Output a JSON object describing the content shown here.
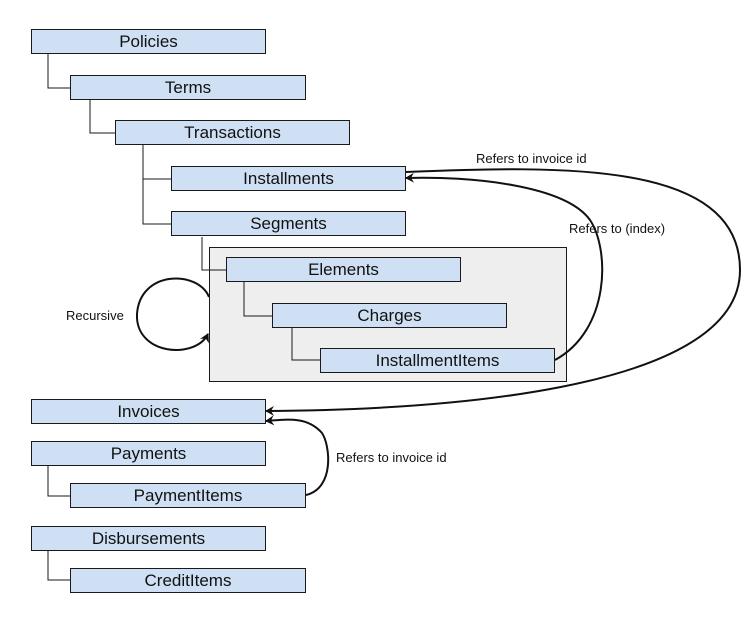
{
  "nodes": {
    "policies": "Policies",
    "terms": "Terms",
    "transactions": "Transactions",
    "installments": "Installments",
    "segments": "Segments",
    "elements": "Elements",
    "charges": "Charges",
    "installment_items": "InstallmentItems",
    "invoices": "Invoices",
    "payments": "Payments",
    "payment_items": "PaymentItems",
    "disbursements": "Disbursements",
    "credit_items": "CreditItems"
  },
  "edge_labels": {
    "installments_to_invoice": "Refers to invoice id",
    "installment_items_to_installments": "Refers to (index)",
    "recursive": "Recursive",
    "payment_items_to_invoices": "Refers to invoice id"
  },
  "colors": {
    "node_fill": "#cfe0f4",
    "group_fill": "#eeeeee",
    "stroke": "#1a1a1a"
  }
}
